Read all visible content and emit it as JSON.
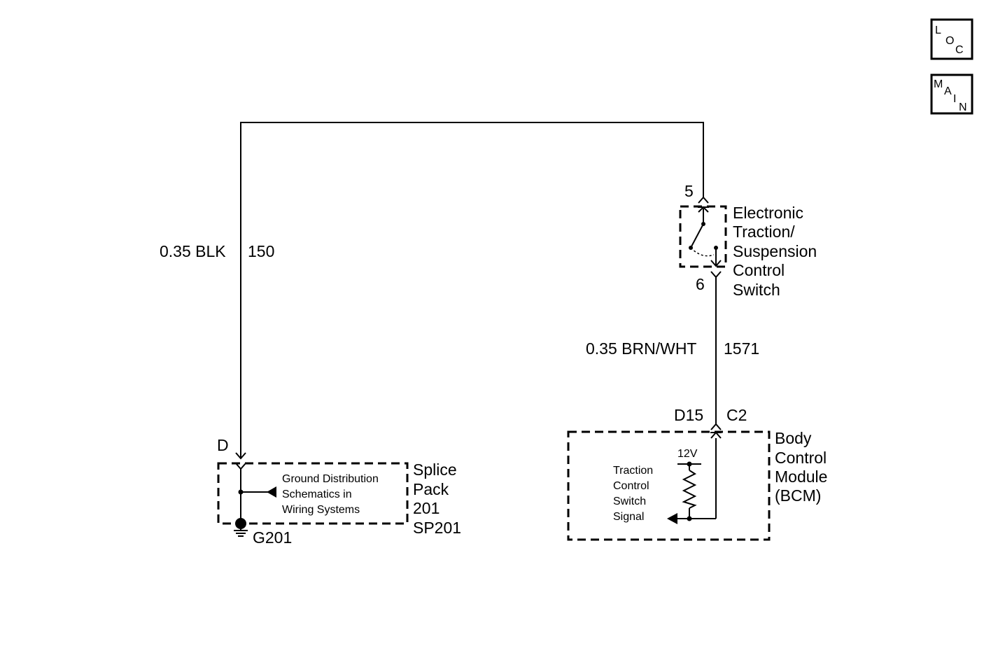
{
  "nav": {
    "loc": [
      "L",
      "O",
      "C"
    ],
    "main": [
      "M",
      "A",
      "I",
      "N"
    ]
  },
  "wires": {
    "ground_wire_gauge_color": "0.35 BLK",
    "ground_wire_circuit": "150",
    "signal_wire_gauge_color": "0.35 BRN/WHT",
    "signal_wire_circuit": "1571"
  },
  "switch": {
    "pin_top": "5",
    "pin_bottom": "6",
    "name_lines": [
      "Electronic",
      "Traction/",
      "Suspension",
      "Control",
      "Switch"
    ]
  },
  "splice_pack": {
    "pin": "D",
    "ground": "G201",
    "note_lines": [
      "Ground Distribution",
      "Schematics in",
      "Wiring Systems"
    ],
    "name_lines": [
      "Splice",
      "Pack",
      "201",
      "SP201"
    ]
  },
  "bcm": {
    "pin": "D15",
    "connector": "C2",
    "voltage": "12V",
    "signal_lines": [
      "Traction",
      "Control",
      "Switch",
      "Signal"
    ],
    "name_lines": [
      "Body",
      "Control",
      "Module",
      "(BCM)"
    ]
  }
}
